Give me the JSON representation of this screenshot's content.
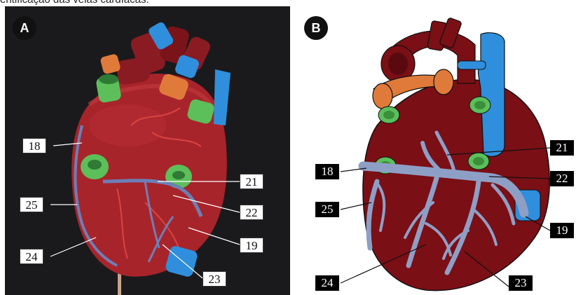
{
  "caption": "entificação das  veias cardíacas.",
  "panel_a": {
    "badge": "A",
    "labels": {
      "l18": "18",
      "l25": "25",
      "l24": "24",
      "l21": "21",
      "l22": "22",
      "l19": "19",
      "l23": "23"
    }
  },
  "panel_b": {
    "badge": "B",
    "labels": {
      "l18": "18",
      "l25": "25",
      "l24": "24",
      "l21": "21",
      "l22": "22",
      "l19": "19",
      "l23": "23"
    }
  },
  "colors": {
    "heart_model": "#a8242b",
    "heart_diagram": "#7a0f15",
    "vein": "#8e9fc6",
    "great_vessel_blue": "#2f8fdc",
    "pulmonary_orange": "#e07a3a",
    "vein_stub_green": "#5cbf5a",
    "background_a": "#1a1a1c"
  }
}
